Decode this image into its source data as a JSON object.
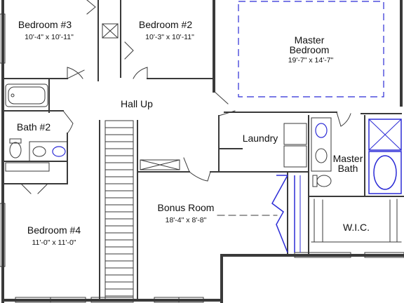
{
  "rooms": {
    "bedroom3": {
      "name": "Bedroom #3",
      "dims": "10'-4\" x 10'-11\""
    },
    "bedroom2": {
      "name": "Bedroom #2",
      "dims": "10'-3\" x 10'-11\""
    },
    "master_bedroom": {
      "name_line1": "Master",
      "name_line2": "Bedroom",
      "dims": "19'-7\" x 14'-7\""
    },
    "hall_up": {
      "name": "Hall Up"
    },
    "bath2": {
      "name": "Bath #2"
    },
    "laundry": {
      "name": "Laundry"
    },
    "master_bath": {
      "name_line1": "Master",
      "name_line2": "Bath"
    },
    "bonus_room": {
      "name": "Bonus Room",
      "dims": "18'-4\" x 8'-8\""
    },
    "wic": {
      "name": "W.I.C."
    },
    "bedroom4": {
      "name": "Bedroom #4",
      "dims": "11'-0\" x 11'-0\""
    }
  },
  "colors": {
    "wall": "#3a3a3a",
    "fixture": "#2b2bd6",
    "background": "#ffffff"
  }
}
